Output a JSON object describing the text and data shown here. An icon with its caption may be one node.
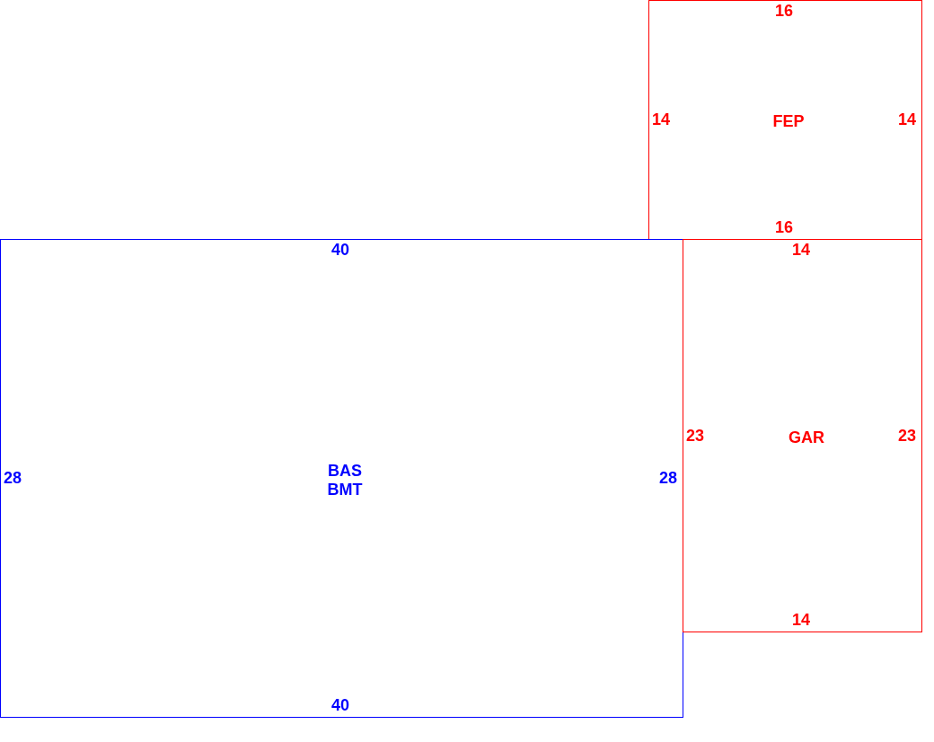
{
  "diagram": {
    "nodes": [
      {
        "text": [
          "FEP"
        ]
      },
      {
        "text": [
          "BAS",
          "BMT"
        ]
      },
      {
        "text": [
          "GAR"
        ]
      }
    ],
    "labels": [
      "16",
      "14",
      "14",
      "16",
      "40",
      "14",
      "23",
      "23",
      "28",
      "28",
      "14",
      "40"
    ]
  }
}
